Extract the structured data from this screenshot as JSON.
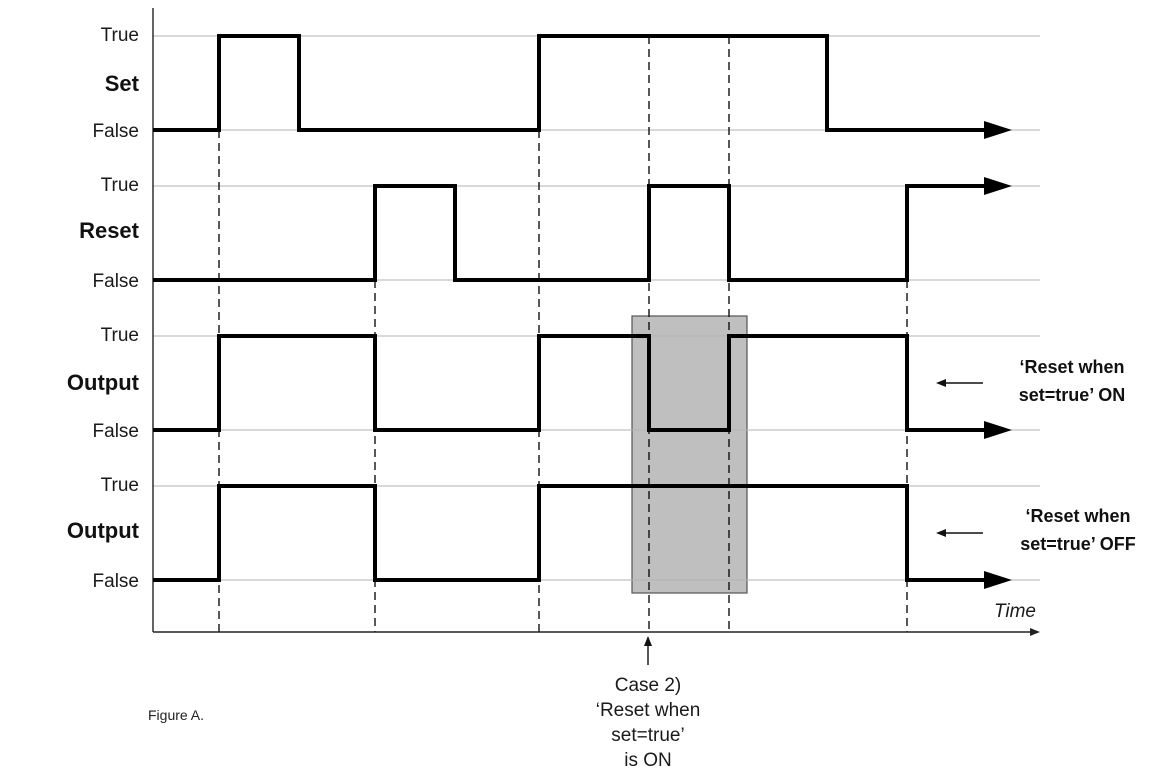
{
  "level_true": "True",
  "level_false": "False",
  "signals": [
    {
      "name": "Set",
      "label": "Set"
    },
    {
      "name": "Reset",
      "label": "Reset"
    },
    {
      "name": "Output-reset-on",
      "label": "Output"
    },
    {
      "name": "Output-reset-off",
      "label": "Output"
    }
  ],
  "annotations": {
    "reset_on_line1": "‘Reset when",
    "reset_on_line2": "set=true’ ON",
    "reset_off_line1": "‘Reset when",
    "reset_off_line2": "set=true’ OFF"
  },
  "time_label": "Time",
  "case_label": {
    "line1": "Case 2)",
    "line2": "‘Reset when",
    "line3": "set=true’",
    "line4": "is ON"
  },
  "figure_caption": "Figure A.",
  "colors": {
    "highlight_fill": "#bfbfbf",
    "highlight_stroke": "#555555",
    "wave": "#000000"
  }
}
